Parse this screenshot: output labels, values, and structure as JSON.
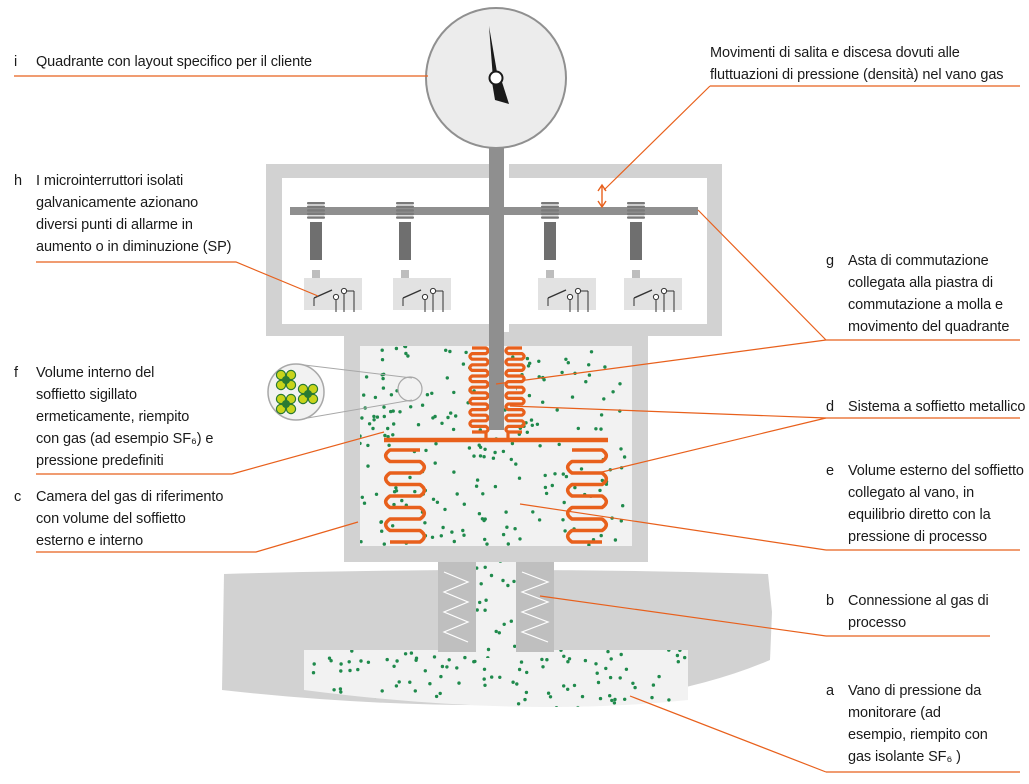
{
  "colors": {
    "housing": "#d2d2d2",
    "inner": "#f2f2f2",
    "stem": "#8f8f8f",
    "dark": "#6f6f6f",
    "bellows": "#e8601c",
    "leader": "#e8601c",
    "dots": "#1f8a4c",
    "molecule_yellow": "#c9d41a",
    "molecule_green": "#2a7a32"
  },
  "labels": {
    "i": {
      "letter": "i",
      "lines": [
        "Quadrante con layout specifico per il cliente"
      ]
    },
    "movement": {
      "lines": [
        "Movimenti di salita e discesa dovuti alle",
        "fluttuazioni di pressione (densità) nel vano gas"
      ]
    },
    "h": {
      "letter": "h",
      "lines": [
        "I microinterruttori isolati",
        "galvanicamente azionano",
        "diversi punti di allarme in",
        "aumento o in diminuzione (SP)"
      ]
    },
    "g": {
      "letter": "g",
      "lines": [
        "Asta di commutazione",
        "collegata alla piastra di",
        "commutazione a molla e",
        "movimento del quadrante"
      ]
    },
    "f": {
      "letter": "f",
      "lines": [
        "Volume interno del",
        "soffietto sigillato",
        "ermeticamente, riempito",
        "con gas (ad esempio SF₆) e",
        "pressione predefiniti"
      ]
    },
    "d": {
      "letter": "d",
      "lines": [
        "Sistema a soffietto metallico"
      ]
    },
    "c": {
      "letter": "c",
      "lines": [
        "Camera del gas di riferimento",
        "con volume del soffietto",
        "esterno e interno"
      ]
    },
    "e": {
      "letter": "e",
      "lines": [
        "Volume esterno del soffietto",
        "collegato al vano, in",
        "equilibrio diretto con la",
        "pressione di processo"
      ]
    },
    "b": {
      "letter": "b",
      "lines": [
        "Connessione al gas di",
        "processo"
      ]
    },
    "a": {
      "letter": "a",
      "lines": [
        "Vano di pressione da",
        "monitorare (ad",
        "esempio, riempito con",
        "gas isolante SF₆ )"
      ]
    }
  }
}
